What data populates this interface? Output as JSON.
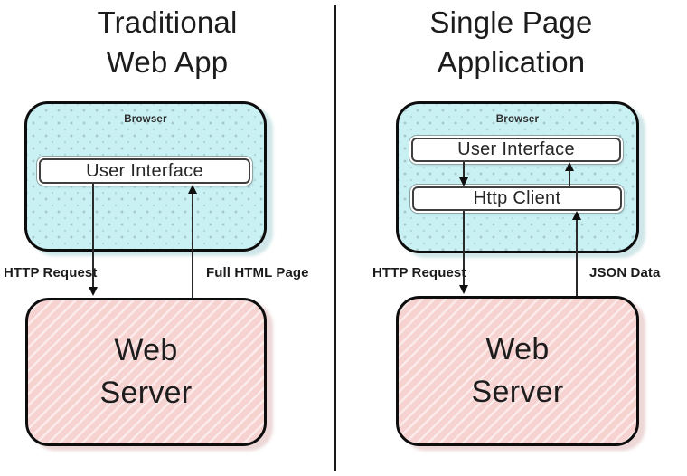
{
  "left": {
    "title": "Traditional\nWeb App",
    "browser_label": "Browser",
    "ui_box_label": "User Interface",
    "request_label": "HTTP Request",
    "response_label": "Full HTML Page",
    "server_label": "Web\nServer"
  },
  "right": {
    "title": "Single Page\nApplication",
    "browser_label": "Browser",
    "ui_box_label": "User Interface",
    "http_client_label": "Http Client",
    "request_label": "HTTP Request",
    "response_label": "JSON Data",
    "server_label": "Web\nServer"
  },
  "colors": {
    "browser_fill": "#c9f1f4",
    "server_fill": "#f6d2d1",
    "box_border": "#0d0d0d",
    "inner_box_border": "#3f3f3f",
    "text": "#1c1c1c",
    "divider": "#1a1a1a"
  }
}
